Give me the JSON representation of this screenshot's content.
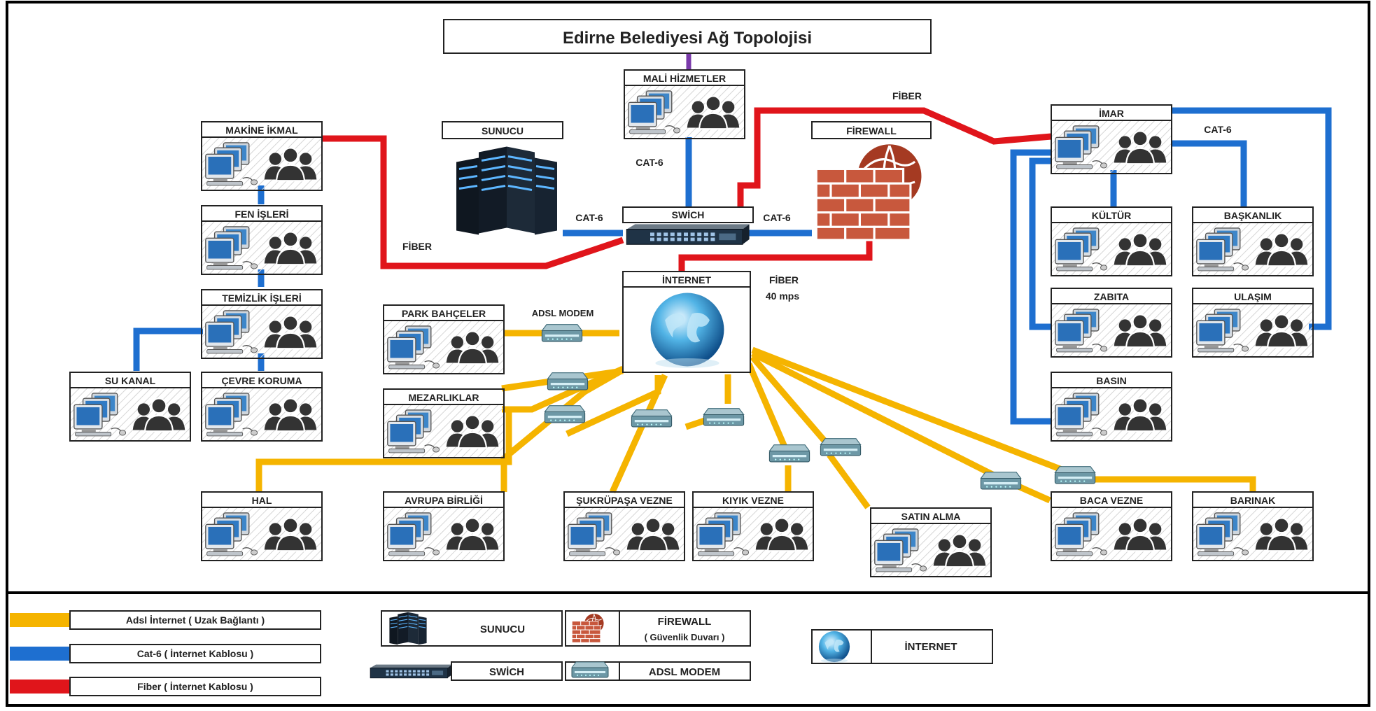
{
  "title": "Edirne Belediyesi  Ağ Topolojisi",
  "colors": {
    "adsl": "#F5B400",
    "cat6": "#1E6FD0",
    "fiber": "#E0151B",
    "title_link": "#7A3AAA"
  },
  "icons": [
    "workstation-icon",
    "users-group-icon",
    "server-icon",
    "firewall-icon",
    "switch-icon",
    "adsl-modem-icon",
    "globe-icon"
  ],
  "devices": {
    "server": "SUNUCU",
    "firewall": "FİREWALL",
    "switch": "SWİCH",
    "internet": "İNTERNET"
  },
  "link_labels": {
    "cat6_top": "CAT-6",
    "cat6_left": "CAT-6",
    "cat6_right": "CAT-6",
    "cat6_imar": "CAT-6",
    "fiber_top": "FİBER",
    "fiber_left": "FİBER",
    "fiber_speed_1": "FİBER",
    "fiber_speed_2": "40 mps",
    "adsl_modem": "ADSL MODEM"
  },
  "departments": {
    "mali": "MALİ HİZMETLER",
    "makine": "MAKİNE İKMAL",
    "fen": "FEN İŞLERİ",
    "temizlik": "TEMİZLİK İŞLERİ",
    "su": "SU KANAL",
    "cevre": "ÇEVRE KORUMA",
    "park": "PARK BAHÇELER",
    "mezar": "MEZARLIKLAR",
    "hal": "HAL",
    "avrupa": "AVRUPA BİRLİĞİ",
    "sukru": "ŞUKRÜPAŞA VEZNE",
    "kiyik": "KIYIK VEZNE",
    "satin": "SATIN ALMA",
    "baca": "BACA VEZNE",
    "barinak": "BARINAK",
    "imar": "İMAR",
    "kultur": "KÜLTÜR",
    "baskan": "BAŞKANLIK",
    "zabita": "ZABITA",
    "ulasim": "ULAŞIM",
    "basin": "BASIN"
  },
  "legend": {
    "adsl": "Adsl İnternet ( Uzak Bağlantı )",
    "cat6": "Cat-6 ( İnternet Kablosu )",
    "fiber": "Fiber ( İnternet Kablosu )",
    "server": "SUNUCU",
    "firewall_1": "FİREWALL",
    "firewall_2": "( Güvenlik Duvarı )",
    "switch": "SWİCH",
    "modem": "ADSL MODEM",
    "internet": "İNTERNET"
  }
}
